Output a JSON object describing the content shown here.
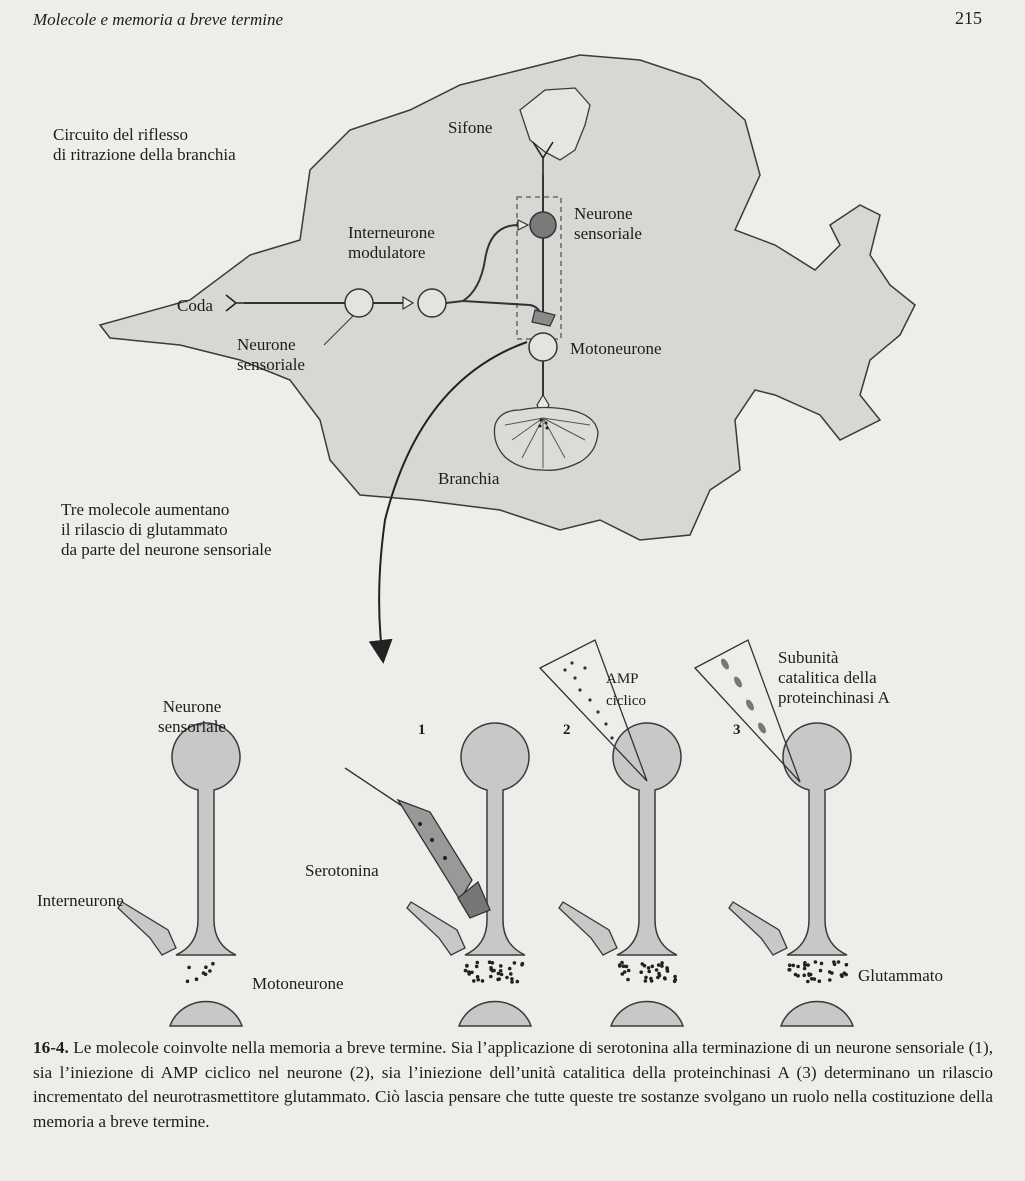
{
  "header": {
    "running_title": "Molecole e memoria a breve termine",
    "page_number": "215"
  },
  "circuit": {
    "title": "Circuito del riflesso\ndi ritrazione della branchia",
    "labels": {
      "siphon": "Sifone",
      "sensory_top": "Neurone\nsensoriale",
      "interneuron": "Interneurone\nmodulatore",
      "tail": "Coda",
      "sensory_left": "Neurone\nsensoriale",
      "motoneuron": "Motoneurone",
      "gill": "Branchia"
    }
  },
  "molecules": {
    "intro": "Tre molecole aumentano\nil rilascio di glutammato\nda parte del neurone sensoriale",
    "panel0": {
      "sensory": "Neurone\nsensoriale",
      "interneuron": "Interneurone",
      "motoneuron": "Motoneurone"
    },
    "panel1": {
      "number": "1",
      "substance": "Serotonina"
    },
    "panel2": {
      "number": "2",
      "substance": "AMP\nciclico"
    },
    "panel3": {
      "number": "3",
      "substance": "Subunità\ncatalitica della\nproteinchinasi A"
    },
    "glutamate": "Glutammato"
  },
  "caption": {
    "figure_number": "16-4.",
    "text": " Le molecole coinvolte nella memoria a breve termine. Sia l’applicazione di serotonina alla terminazione di un neurone sensoriale (1), sia l’iniezione di AMP ciclico nel neurone (2), sia l’iniezione dell’unità catalitica della proteinchinasi A (3) determinano un rilascio incrementato del neurotrasmettitore glutammato. Ciò lascia pensare che tutte queste tre sostanze svolgano un ruolo nella costituzione della memoria a breve termine."
  },
  "colors": {
    "neuron_fill": "#c8c8c8",
    "body_fill": "#d8d7d3",
    "stroke": "#3a3a3a",
    "dark_fill": "#7a7a7a"
  }
}
